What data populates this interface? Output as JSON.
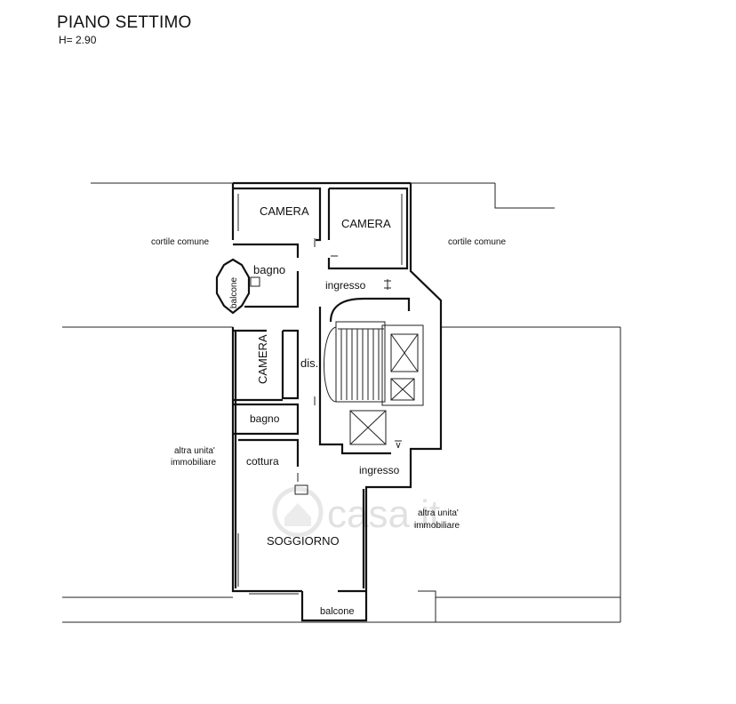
{
  "header": {
    "title": "PIANO SETTIMO",
    "height": "H= 2.90"
  },
  "rooms": {
    "camera_1": "CAMERA",
    "camera_2": "CAMERA",
    "camera_3": "CAMERA",
    "bagno_1": "bagno",
    "bagno_2": "bagno",
    "balcone_side": "balcone",
    "balcone_bottom": "balcone",
    "ingresso_1": "ingresso",
    "ingresso_2": "ingresso",
    "dis": "dis.",
    "cottura": "cottura",
    "soggiorno": "SOGGIORNO"
  },
  "areas": {
    "cortile_left": "cortile comune",
    "cortile_right": "cortile comune",
    "altra_left_line1": "altra unita'",
    "altra_left_line2": "immobiliare",
    "altra_right_line1": "altra unita'",
    "altra_right_line2": "immobiliare"
  },
  "watermark": "casa.it"
}
